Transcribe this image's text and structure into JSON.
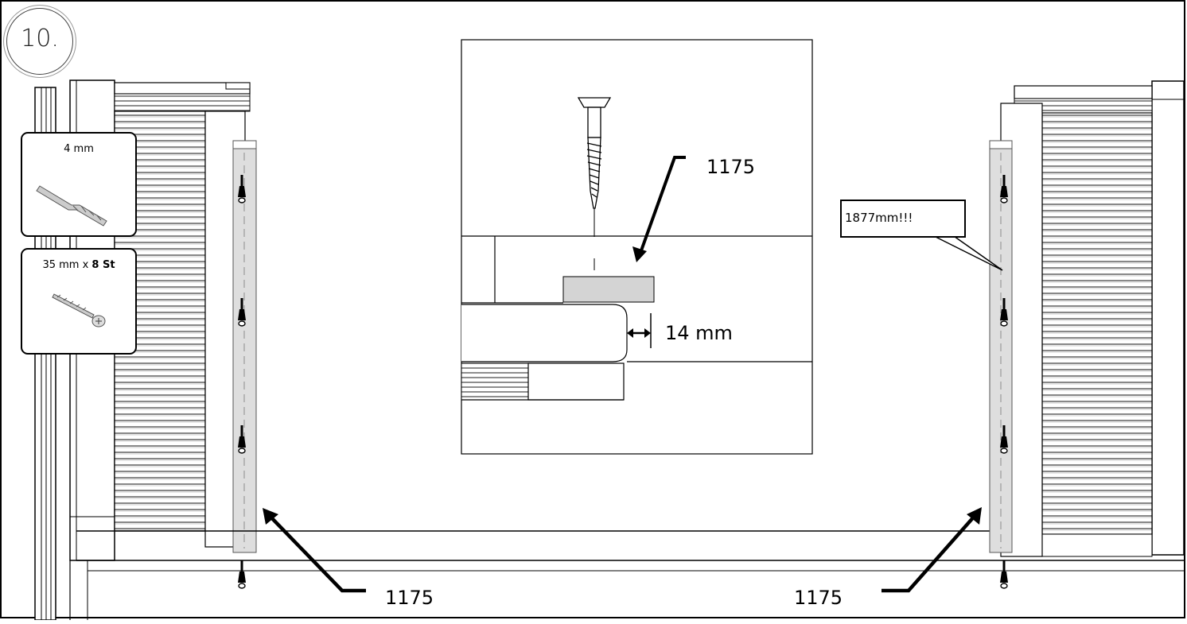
{
  "step": {
    "number": "10."
  },
  "parts": [
    {
      "caption": "4 mm",
      "icon": "drill-bit-icon"
    },
    {
      "caption_plain": "35 mm x ",
      "caption_bold": "8 St",
      "icon": "screw-icon"
    }
  ],
  "detail": {
    "part_number": "1175",
    "gap": "14 mm"
  },
  "left_label": "1175",
  "right_label": "1175",
  "callout": "1877mm!!!"
}
